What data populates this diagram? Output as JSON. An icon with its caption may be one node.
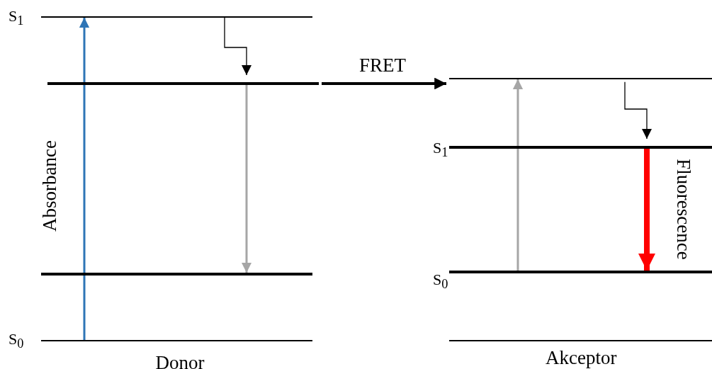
{
  "diagram": {
    "nodes": [
      {
        "text": [],
        "shape": "bar",
        "beside": [
          "S$_{1}$"
        ]
      },
      {
        "text": [],
        "shape": "bar"
      },
      {
        "text": [],
        "shape": "bar"
      },
      {
        "text": [],
        "shape": "bar",
        "beside": [
          "S$_{0}$"
        ]
      },
      {
        "text": [],
        "shape": "bar"
      },
      {
        "text": [],
        "shape": "bar",
        "beside": [
          "S$_{1}$"
        ]
      },
      {
        "text": [],
        "shape": "bar",
        "beside": [
          "S$_{0}$"
        ]
      },
      {
        "text": [],
        "shape": "bar"
      }
    ],
    "edges": [
      {
        "from": 3,
        "to": 0,
        "arrow": "to",
        "label": "Absorbance",
        "color": "#2e75b6"
      },
      {
        "from": 0,
        "to": 1,
        "arrow": "to"
      },
      {
        "from": 1,
        "to": 2,
        "arrow": "to",
        "color": "#a6a6a6"
      },
      {
        "from": 1,
        "to": 4,
        "arrow": "to",
        "label": "FRET"
      },
      {
        "from": 6,
        "to": 4,
        "arrow": "to",
        "color": "#a6a6a6"
      },
      {
        "from": 4,
        "to": 5,
        "arrow": "to"
      },
      {
        "from": 5,
        "to": 6,
        "arrow": "to",
        "label": "Fluorescence",
        "style": "thick",
        "color": "#ff0000"
      }
    ],
    "labels": [
      "Donor",
      "Akceptor"
    ]
  }
}
